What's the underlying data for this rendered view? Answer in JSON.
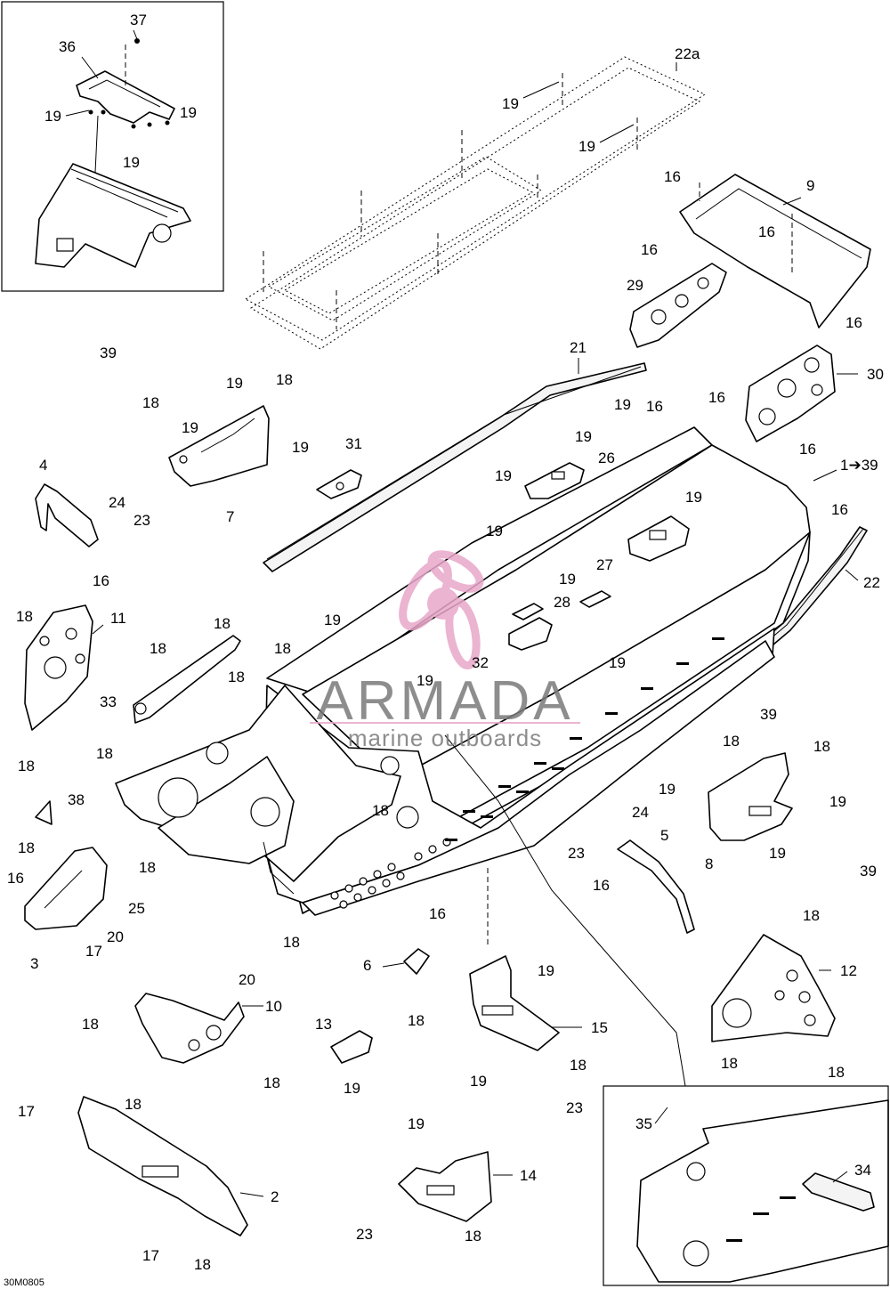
{
  "diagram_code": "30M0805",
  "watermark": {
    "brand": "ARMADA",
    "tagline": "marine outboards",
    "logo_color": "#e8a7c9",
    "text_color": "#7a7a7a"
  },
  "callouts": [
    {
      "id": "c37",
      "text": "37"
    },
    {
      "id": "c36",
      "text": "36"
    },
    {
      "id": "c19a",
      "text": "19"
    },
    {
      "id": "c19b",
      "text": "19"
    },
    {
      "id": "c19c",
      "text": "19"
    },
    {
      "id": "c22a",
      "text": "22a"
    },
    {
      "id": "c19d",
      "text": "19"
    },
    {
      "id": "c19e",
      "text": "19"
    },
    {
      "id": "c16a",
      "text": "16"
    },
    {
      "id": "c9",
      "text": "9"
    },
    {
      "id": "c16b",
      "text": "16"
    },
    {
      "id": "c16c",
      "text": "16"
    },
    {
      "id": "c29",
      "text": "29"
    },
    {
      "id": "c16d",
      "text": "16"
    },
    {
      "id": "c30",
      "text": "30"
    },
    {
      "id": "c39a",
      "text": "39"
    },
    {
      "id": "c21",
      "text": "21"
    },
    {
      "id": "c19f",
      "text": "19"
    },
    {
      "id": "c18a",
      "text": "18"
    },
    {
      "id": "c18b",
      "text": "18"
    },
    {
      "id": "c19g",
      "text": "19"
    },
    {
      "id": "c19h",
      "text": "19"
    },
    {
      "id": "c16e",
      "text": "16"
    },
    {
      "id": "c16f",
      "text": "16"
    },
    {
      "id": "c19i",
      "text": "19"
    },
    {
      "id": "c31",
      "text": "31"
    },
    {
      "id": "c19j",
      "text": "19"
    },
    {
      "id": "c26",
      "text": "26"
    },
    {
      "id": "c19k",
      "text": "19"
    },
    {
      "id": "c16g",
      "text": "16"
    },
    {
      "id": "c1to39",
      "text": "1➔39"
    },
    {
      "id": "c7",
      "text": "7"
    },
    {
      "id": "c4",
      "text": "4"
    },
    {
      "id": "c24a",
      "text": "24"
    },
    {
      "id": "c23a",
      "text": "23"
    },
    {
      "id": "c16h",
      "text": "16"
    },
    {
      "id": "c19l",
      "text": "19"
    },
    {
      "id": "c19m",
      "text": "19"
    },
    {
      "id": "c27",
      "text": "27"
    },
    {
      "id": "c16i",
      "text": "16"
    },
    {
      "id": "c22",
      "text": "22"
    },
    {
      "id": "c19n",
      "text": "19"
    },
    {
      "id": "c28",
      "text": "28"
    },
    {
      "id": "c18c",
      "text": "18"
    },
    {
      "id": "c11",
      "text": "11"
    },
    {
      "id": "c18d",
      "text": "18"
    },
    {
      "id": "c19o",
      "text": "19"
    },
    {
      "id": "c18e",
      "text": "18"
    },
    {
      "id": "c18f",
      "text": "18"
    },
    {
      "id": "c32",
      "text": "32"
    },
    {
      "id": "c19p",
      "text": "19"
    },
    {
      "id": "c18g",
      "text": "18"
    },
    {
      "id": "c33",
      "text": "33"
    },
    {
      "id": "c19q",
      "text": "19"
    },
    {
      "id": "c18h",
      "text": "18"
    },
    {
      "id": "c18i",
      "text": "18"
    },
    {
      "id": "c39b",
      "text": "39"
    },
    {
      "id": "c18j",
      "text": "18"
    },
    {
      "id": "c18k",
      "text": "18"
    },
    {
      "id": "c19r",
      "text": "19"
    },
    {
      "id": "c38",
      "text": "38"
    },
    {
      "id": "c18l",
      "text": "18"
    },
    {
      "id": "c19s",
      "text": "19"
    },
    {
      "id": "c24b",
      "text": "24"
    },
    {
      "id": "c5",
      "text": "5"
    },
    {
      "id": "c8",
      "text": "8"
    },
    {
      "id": "c19t",
      "text": "19"
    },
    {
      "id": "c39c",
      "text": "39"
    },
    {
      "id": "c18m",
      "text": "18"
    },
    {
      "id": "c23b",
      "text": "23"
    },
    {
      "id": "c16j",
      "text": "16"
    },
    {
      "id": "c16k",
      "text": "16"
    },
    {
      "id": "c18n",
      "text": "18"
    },
    {
      "id": "c25",
      "text": "25"
    },
    {
      "id": "c20a",
      "text": "20"
    },
    {
      "id": "c16l",
      "text": "16"
    },
    {
      "id": "c3",
      "text": "3"
    },
    {
      "id": "c17a",
      "text": "17"
    },
    {
      "id": "c18o",
      "text": "18"
    },
    {
      "id": "c12",
      "text": "12"
    },
    {
      "id": "c6",
      "text": "6"
    },
    {
      "id": "c19u",
      "text": "19"
    },
    {
      "id": "c20b",
      "text": "20"
    },
    {
      "id": "c10",
      "text": "10"
    },
    {
      "id": "c18p",
      "text": "18"
    },
    {
      "id": "c18q",
      "text": "18"
    },
    {
      "id": "c13",
      "text": "13"
    },
    {
      "id": "c15",
      "text": "15"
    },
    {
      "id": "c18r",
      "text": "18"
    },
    {
      "id": "c18s",
      "text": "18"
    },
    {
      "id": "c18t",
      "text": "18"
    },
    {
      "id": "c19v",
      "text": "19"
    },
    {
      "id": "c19w",
      "text": "19"
    },
    {
      "id": "c18u",
      "text": "18"
    },
    {
      "id": "c18v",
      "text": "18"
    },
    {
      "id": "c23c",
      "text": "23"
    },
    {
      "id": "c17b",
      "text": "17"
    },
    {
      "id": "c18w",
      "text": "18"
    },
    {
      "id": "c19x",
      "text": "19"
    },
    {
      "id": "c35",
      "text": "35"
    },
    {
      "id": "c2",
      "text": "2"
    },
    {
      "id": "c14",
      "text": "14"
    },
    {
      "id": "c34",
      "text": "34"
    },
    {
      "id": "c23d",
      "text": "23"
    },
    {
      "id": "c18x",
      "text": "18"
    },
    {
      "id": "c17c",
      "text": "17"
    },
    {
      "id": "c18y",
      "text": "18"
    }
  ]
}
